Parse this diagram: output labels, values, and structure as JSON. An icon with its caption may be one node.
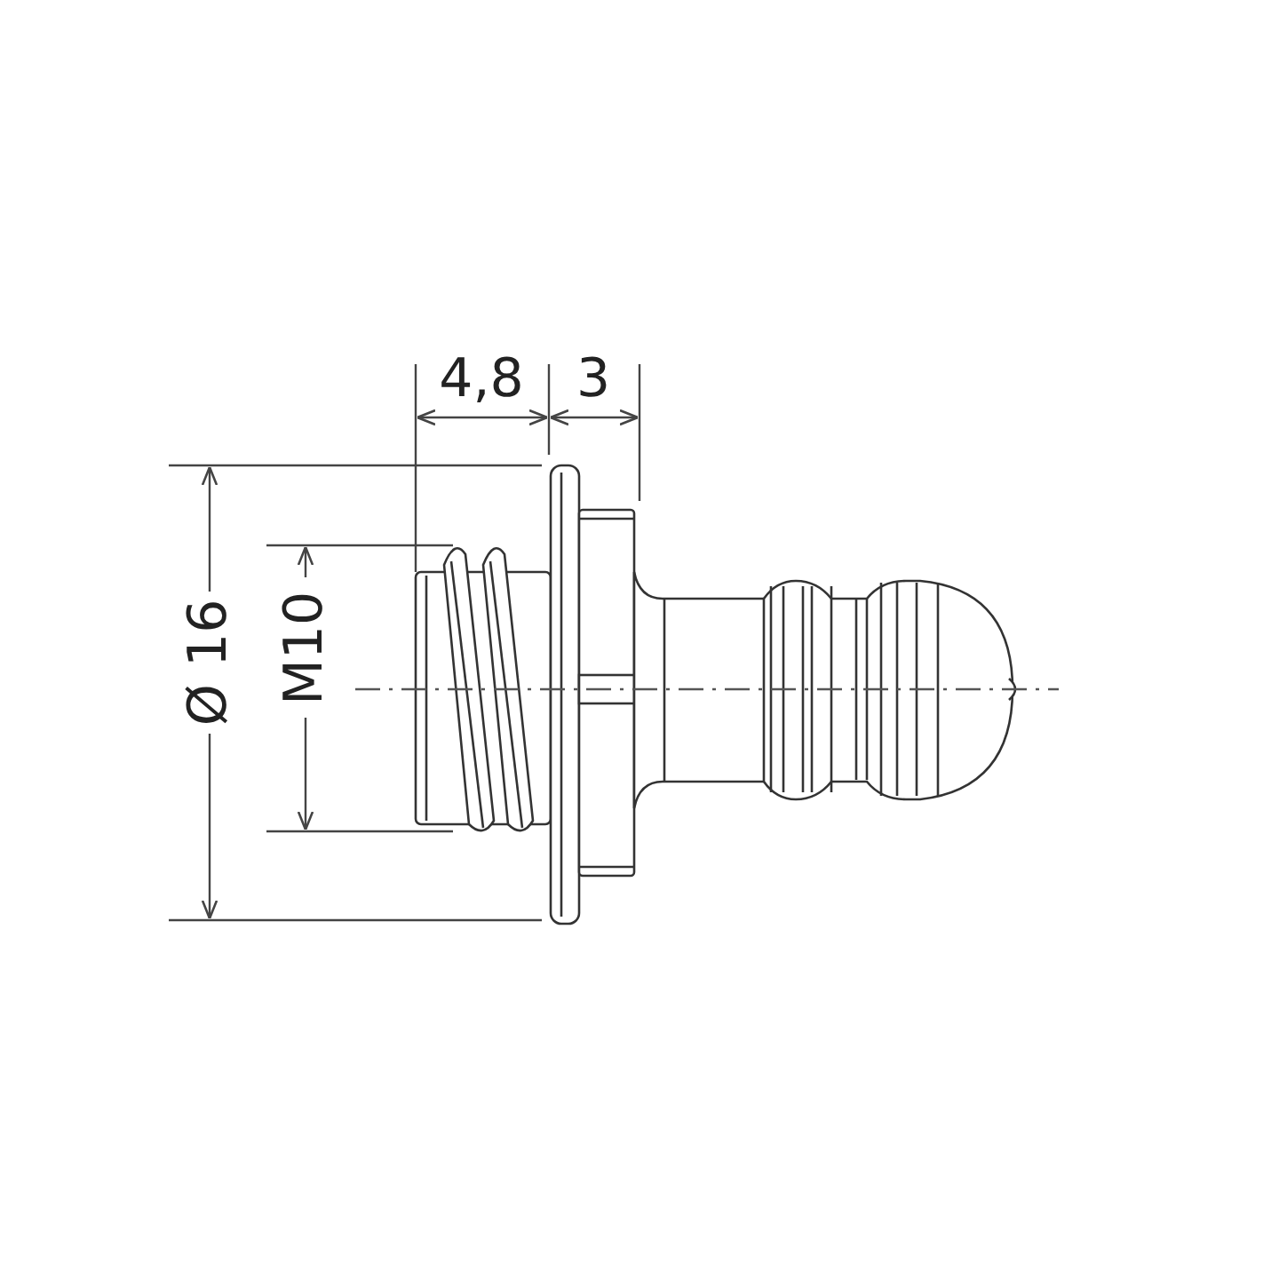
{
  "diagram": {
    "labels": [
      "4,8",
      "3",
      "Ø 16",
      "M10"
    ]
  }
}
